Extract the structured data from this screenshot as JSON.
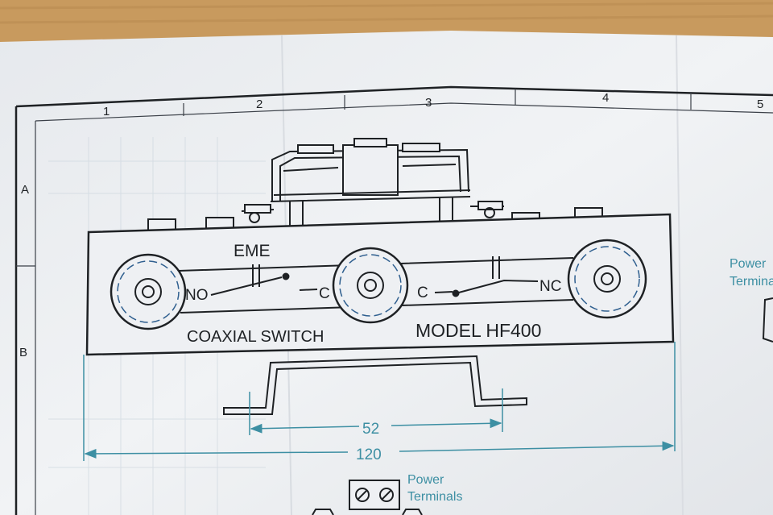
{
  "colors": {
    "table": "#c89a5e",
    "paper": "#eef0f3",
    "ink": "#1e2124",
    "cyan_ink": "#3d8fa3",
    "grid": "#c9d3dc"
  },
  "drawing": {
    "column_numbers": [
      "1",
      "2",
      "3",
      "4",
      "5"
    ],
    "row_letters": [
      "A",
      "B"
    ],
    "switch_labels": {
      "eme": "EME",
      "no": "NO",
      "c_left": "C",
      "c_right": "C",
      "nc": "NC"
    },
    "title_left": "COAXIAL SWITCH",
    "title_right": "MODEL HF400",
    "dimension_inner": "52",
    "dimension_outer": "120",
    "power_terminals_right_line1": "Power",
    "power_terminals_right_line2": "Terminal",
    "power_terminals_bottom_line1": "Power",
    "power_terminals_bottom_line2": "Terminals"
  }
}
